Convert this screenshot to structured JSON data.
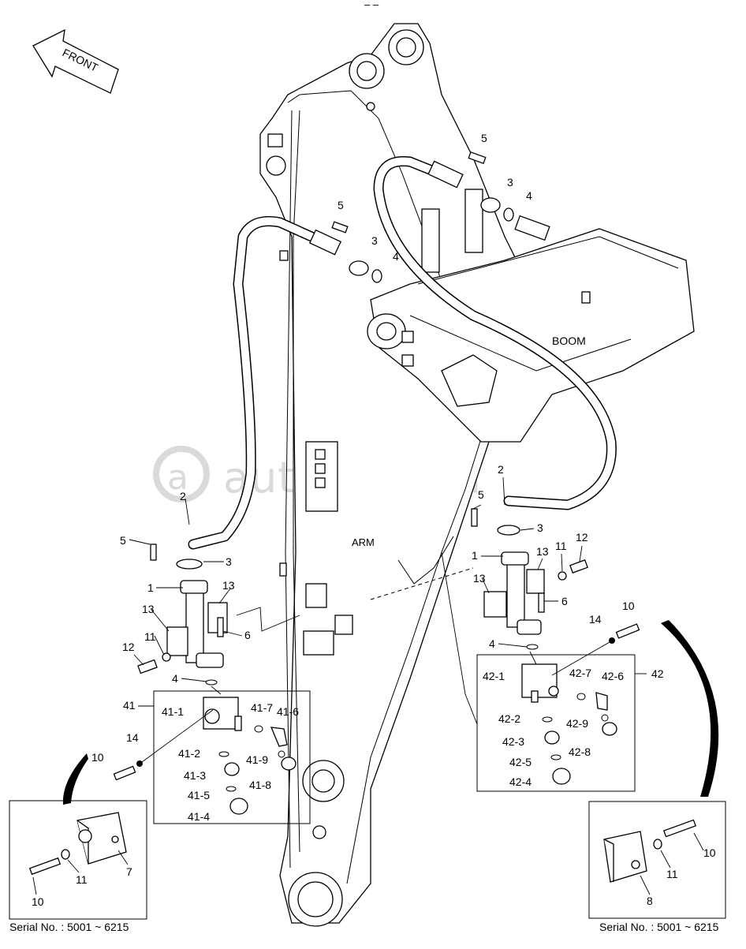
{
  "orientation_label": "FRONT",
  "labels": {
    "boom": "BOOM",
    "arm": "ARM",
    "watermark": "autopiter.ru",
    "serial_left": "Serial No. : 5001 ~ 6215",
    "serial_right": "Serial No. : 5001 ~ 6215"
  },
  "callouts": {
    "p1": "1",
    "p2": "2",
    "p3": "3",
    "p4": "4",
    "p5": "5",
    "p6": "6",
    "p7": "7",
    "p8": "8",
    "p10": "10",
    "p11": "11",
    "p12": "12",
    "p13": "13",
    "p14": "14",
    "p41": "41",
    "p42": "42",
    "p41_1": "41-1",
    "p41_2": "41-2",
    "p41_3": "41-3",
    "p41_4": "41-4",
    "p41_5": "41-5",
    "p41_6": "41-6",
    "p41_7": "41-7",
    "p41_8": "41-8",
    "p41_9": "41-9",
    "p42_1": "42-1",
    "p42_2": "42-2",
    "p42_3": "42-3",
    "p42_4": "42-4",
    "p42_5": "42-5",
    "p42_6": "42-6",
    "p42_7": "42-7",
    "p42_8": "42-8",
    "p42_9": "42-9"
  }
}
